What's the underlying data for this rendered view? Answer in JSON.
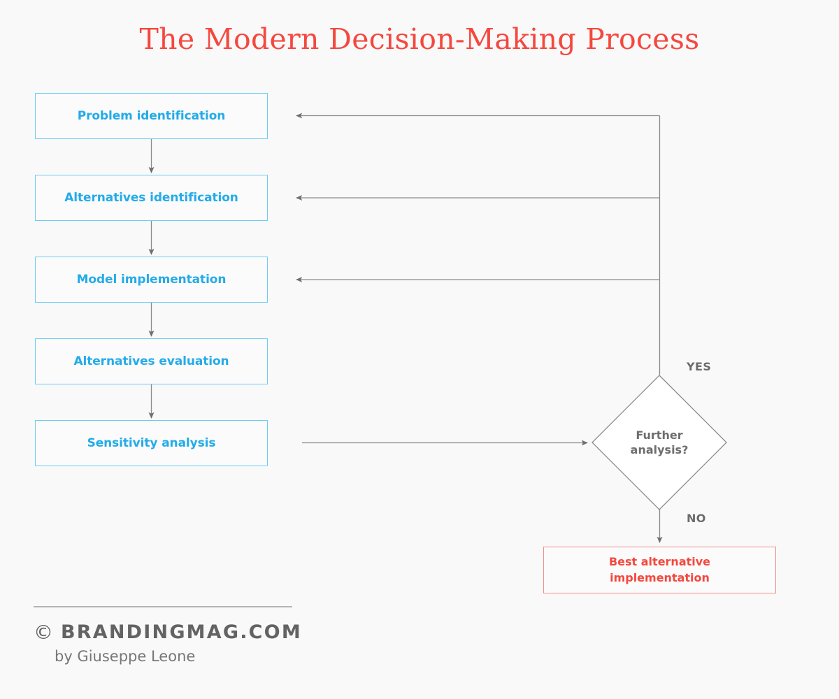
{
  "title": "The Modern Decision-Making Process",
  "colors": {
    "background": "#f9f9f9",
    "title_red": "#f4483f",
    "process_blue": "#23abe8",
    "process_border": "#6ccdf2",
    "terminal_red": "#f4483f",
    "terminal_border": "#f0908a",
    "connector_gray": "#8a8a8a",
    "decision_border": "#8a8a8a",
    "footer_dark": "#636363",
    "footer_light": "#777777"
  },
  "flow": {
    "process_steps": [
      {
        "id": "problem-identification",
        "label": "Problem identification"
      },
      {
        "id": "alternatives-identification",
        "label": "Alternatives identification"
      },
      {
        "id": "model-implementation",
        "label": "Model implementation"
      },
      {
        "id": "alternatives-evaluation",
        "label": "Alternatives evaluation"
      },
      {
        "id": "sensitivity-analysis",
        "label": "Sensitivity analysis"
      }
    ],
    "decision": {
      "id": "further-analysis",
      "line1": "Further",
      "line2": "analysis?",
      "branch_yes": "YES",
      "branch_no": "NO"
    },
    "terminal": {
      "id": "best-alternative-implementation",
      "line1": "Best alternative",
      "line2": "implementation"
    }
  },
  "footer": {
    "copyright_mark": "©",
    "brand": "BRANDINGMAG.COM",
    "author": "by Giuseppe Leone"
  }
}
